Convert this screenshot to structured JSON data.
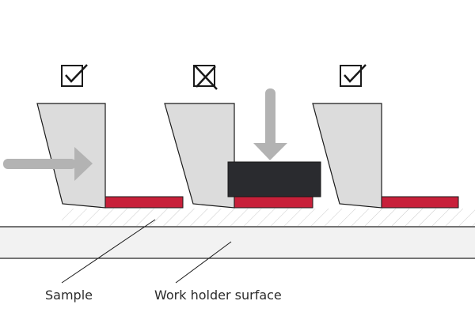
{
  "labels": {
    "sample": "Sample",
    "surface": "Work holder surface"
  },
  "panels": [
    {
      "status": "correct",
      "icon": "checkmark-icon"
    },
    {
      "status": "incorrect",
      "icon": "cross-icon"
    },
    {
      "status": "correct",
      "icon": "checkmark-icon"
    }
  ],
  "colors": {
    "sample": "#c8203a",
    "blade": "#dcdcdc",
    "arrow": "#b3b3b3",
    "weight": "#2a2b2f",
    "outline": "#1a1a1a",
    "surface": "#f2f2f2",
    "hatch": "#cccccc"
  }
}
